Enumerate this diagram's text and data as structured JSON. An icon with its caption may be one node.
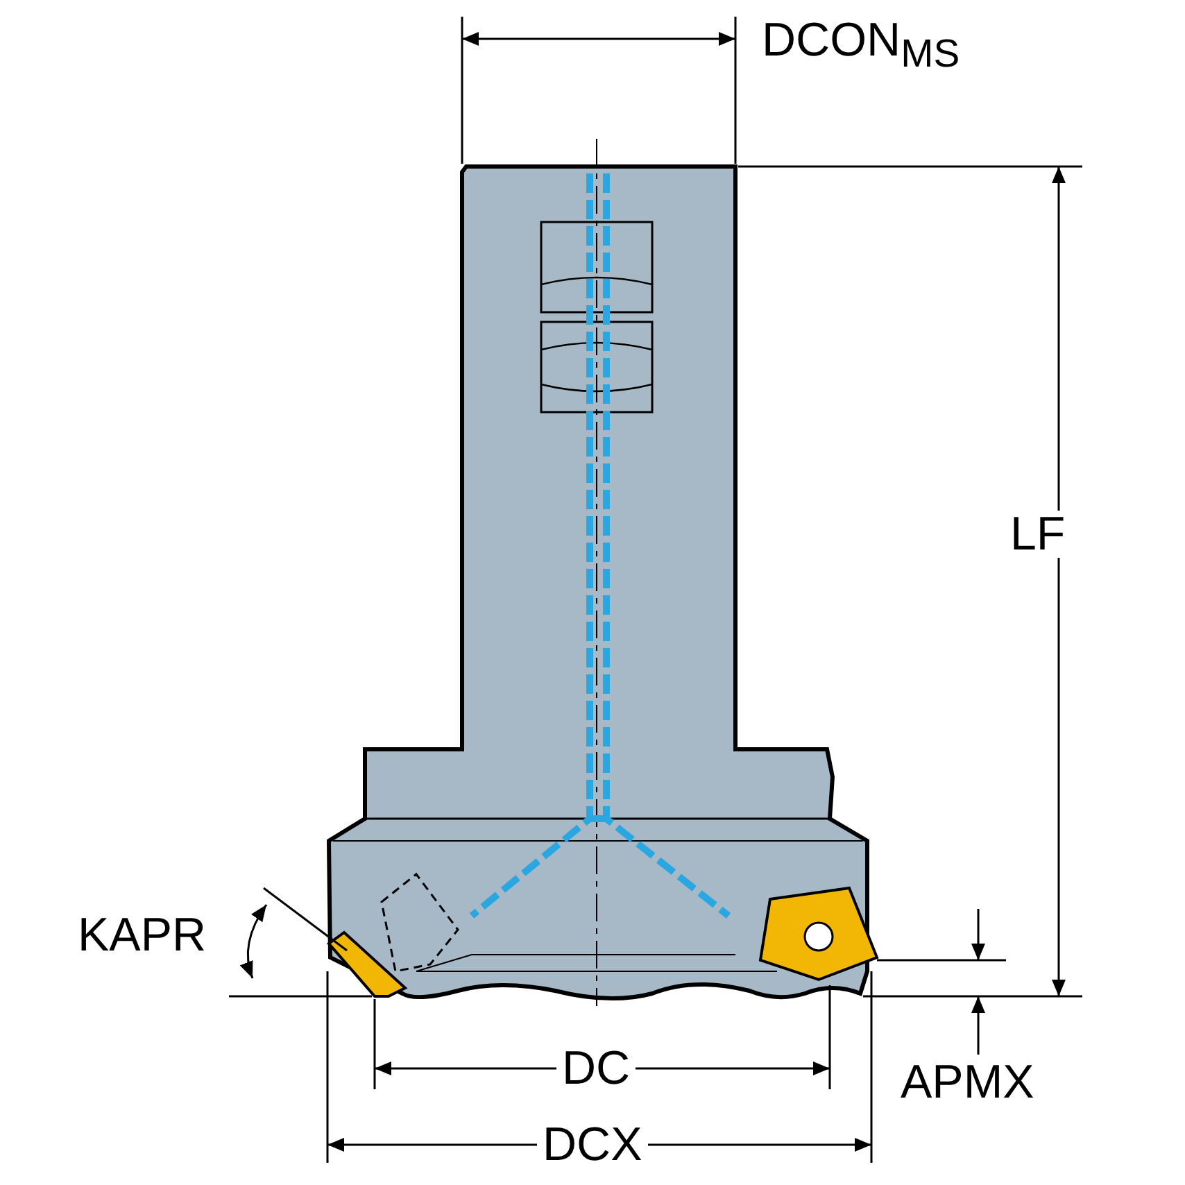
{
  "diagram": {
    "labels": [
      "DCON$_{MS}$",
      "LF",
      "KAPR",
      "DC",
      "APMX",
      "DCX"
    ]
  }
}
